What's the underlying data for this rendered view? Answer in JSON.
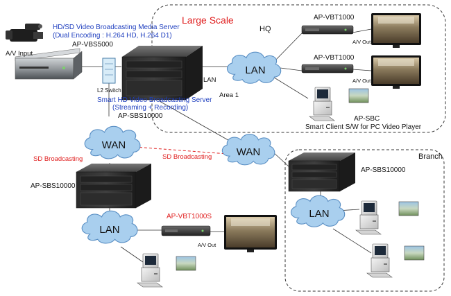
{
  "regions": {
    "large_scale": "Large Scale",
    "hq": "HQ",
    "branch": "Branch"
  },
  "labels": {
    "media_server_line1": "HD/SD Video Broadcasting Media Server",
    "media_server_line2": "(Dual Encoding : H.264 HD, H.264 D1)",
    "media_server_model": "AP-VBS5000",
    "av_input": "A/V Input",
    "l2_switch": "L2 Switch",
    "smart_server_line1": "Smart HD Video Broadcasting Server",
    "smart_server_line2": "(Streaming + Recording)",
    "smart_server_model": "AP-SBS10000",
    "lan_link": "LAN",
    "area1": "Area 1",
    "vbt_top": "AP-VBT1000",
    "vbt_mid": "AP-VBT1000",
    "av_out_top": "A/V Out",
    "av_out_mid": "A/V Out",
    "sbc_model": "AP-SBC",
    "sbc_desc": "Smart Client S/W for PC Video Player",
    "sd_broadcasting_left": "SD Broadcasting",
    "sd_broadcasting_mid": "SD Broadcasting",
    "sbs_left": "AP-SBS10000",
    "sbs_branch": "AP-SBS10000",
    "vbt1000s": "AP-VBT1000S",
    "av_out_bottom": "A/V Out"
  },
  "clouds": {
    "lan_hq": "LAN",
    "wan_left": "WAN",
    "wan_mid": "WAN",
    "lan_left": "LAN",
    "lan_branch": "LAN"
  },
  "colors": {
    "blue_text": "#1f3fbf",
    "red_text": "#e02020",
    "cloud_fill": "#a9cfee",
    "cloud_stroke": "#5a8fc4"
  }
}
